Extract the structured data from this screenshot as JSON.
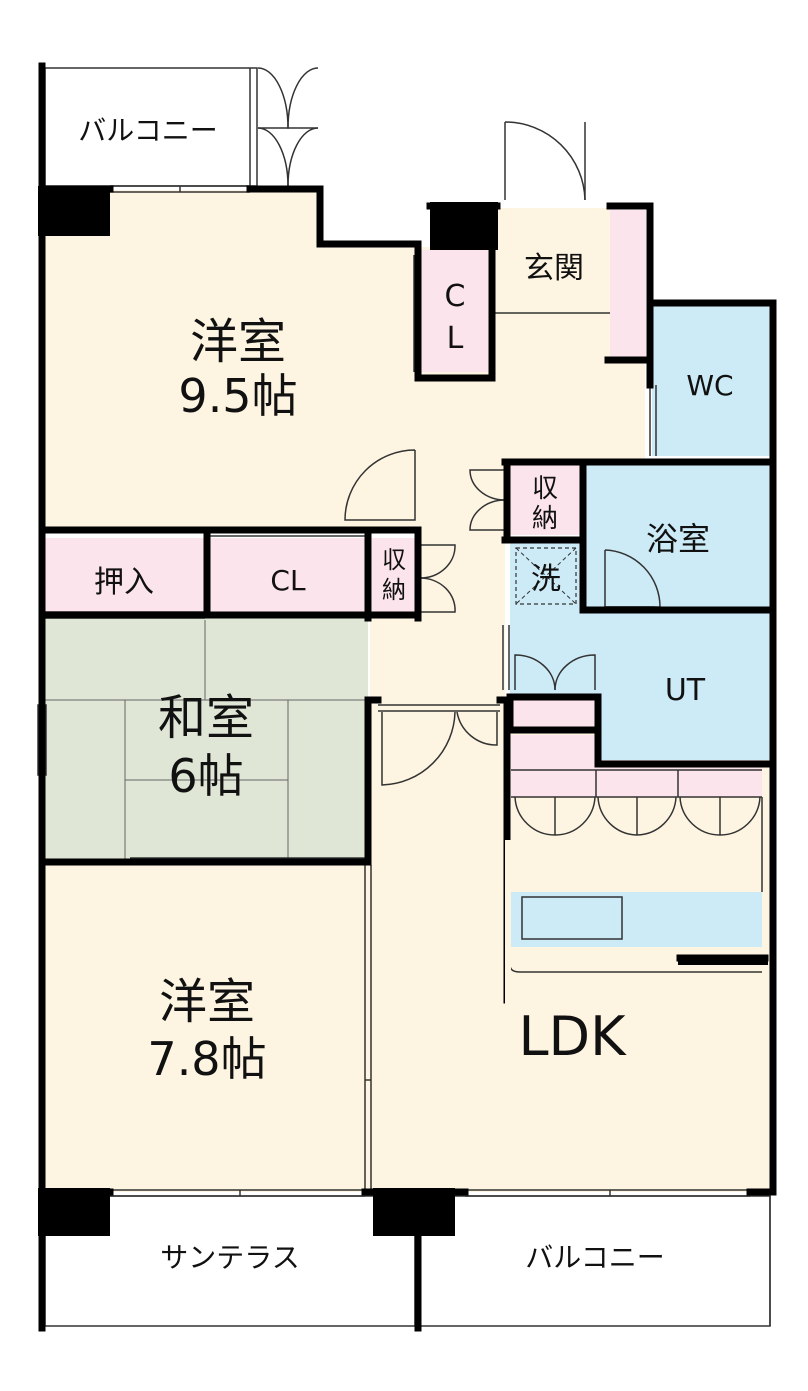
{
  "colors": {
    "western_room": "#fdf5e2",
    "japanese_room": "#dfe6d6",
    "storage": "#fce4ec",
    "water_area": "#cdebf7",
    "wall": "#000000",
    "outline": "#222222"
  },
  "rooms": {
    "balcony_top": {
      "label": "バルコニー"
    },
    "western_1": {
      "label": "洋室",
      "size": "9.5帖"
    },
    "cl_vertical": {
      "line1": "C",
      "line2": "L"
    },
    "entrance": {
      "label": "玄関"
    },
    "wc": {
      "label": "WC"
    },
    "storage_1": {
      "line1": "収",
      "line2": "納"
    },
    "bath": {
      "label": "浴室"
    },
    "oshiire": {
      "label": "押入"
    },
    "cl_horizontal": {
      "label": "CL"
    },
    "storage_2": {
      "line1": "収",
      "line2": "納"
    },
    "washer": {
      "label": "洗"
    },
    "japanese": {
      "label": "和室",
      "size": "6帖"
    },
    "ut": {
      "label": "UT"
    },
    "western_2": {
      "label": "洋室",
      "size": "7.8帖"
    },
    "ldk": {
      "label": "LDK"
    },
    "sun_terrace": {
      "label": "サンテラス"
    },
    "balcony_bottom": {
      "label": "バルコニー"
    }
  }
}
